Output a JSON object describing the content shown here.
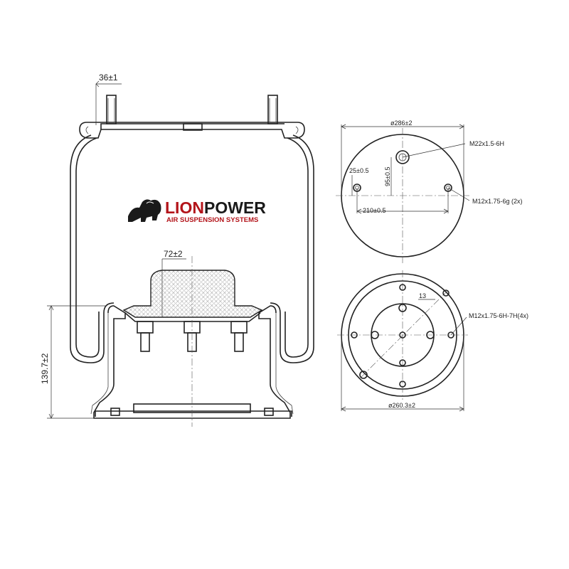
{
  "brand": {
    "name_part1": "LION",
    "name_part2": "POWER",
    "tagline": "AIR SUSPENSION SYSTEMS",
    "colors": {
      "primary": "#b3141a",
      "secondary": "#1a1a1a"
    },
    "logo_icon": "lion-icon"
  },
  "side_view": {
    "stud_width": "36±1",
    "piston_top_width": "72±2",
    "height": "139.7±2"
  },
  "top_view": {
    "diameter": "ø286±2",
    "center_thread": "M22x1.5-6H",
    "offset": "95±0.5",
    "hole_offset": "25±0.5",
    "bolt_spacing": "210±0.5",
    "side_thread": "M12x1.75-6g  (2x)"
  },
  "bottom_view": {
    "diameter": "ø260.3±2",
    "thread": "M12x1.75-6H-7H(4x)",
    "angle_label": "13"
  }
}
